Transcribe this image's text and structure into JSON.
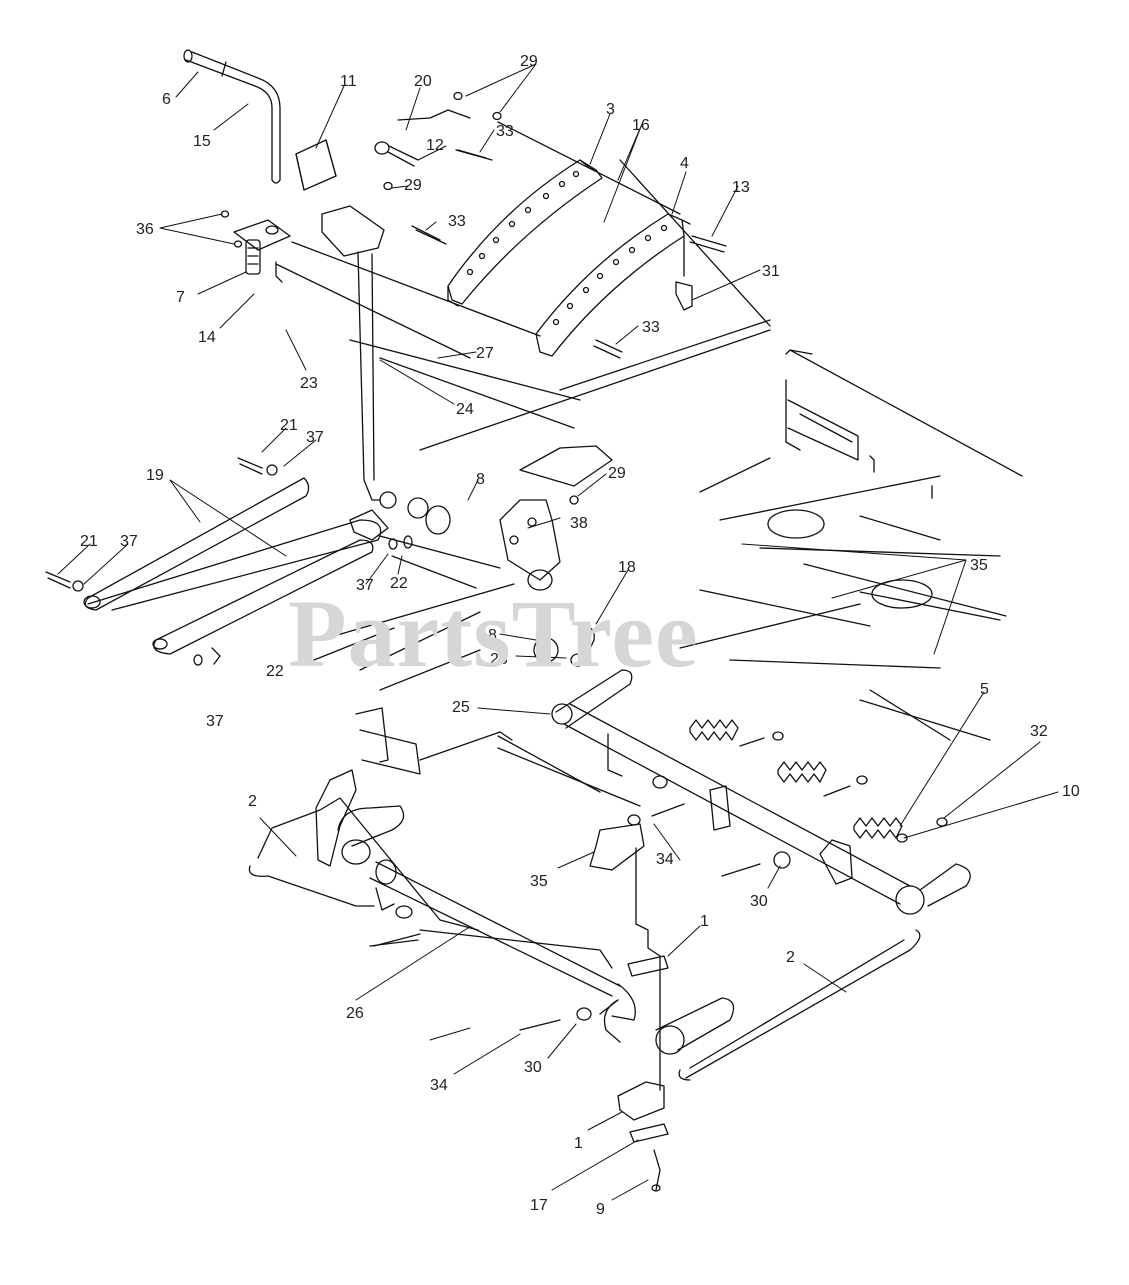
{
  "watermark": "PartsTree",
  "callouts": [
    "1",
    "2",
    "3",
    "4",
    "5",
    "6",
    "7",
    "8",
    "9",
    "10",
    "11",
    "12",
    "13",
    "14",
    "15",
    "16",
    "17",
    "18",
    "19",
    "20",
    "21",
    "22",
    "23",
    "24",
    "25",
    "26",
    "27",
    "28",
    "29",
    "30",
    "31",
    "32",
    "33",
    "34",
    "35",
    "36",
    "37",
    "38"
  ],
  "label_color": "#222222",
  "line_color": "#111111"
}
